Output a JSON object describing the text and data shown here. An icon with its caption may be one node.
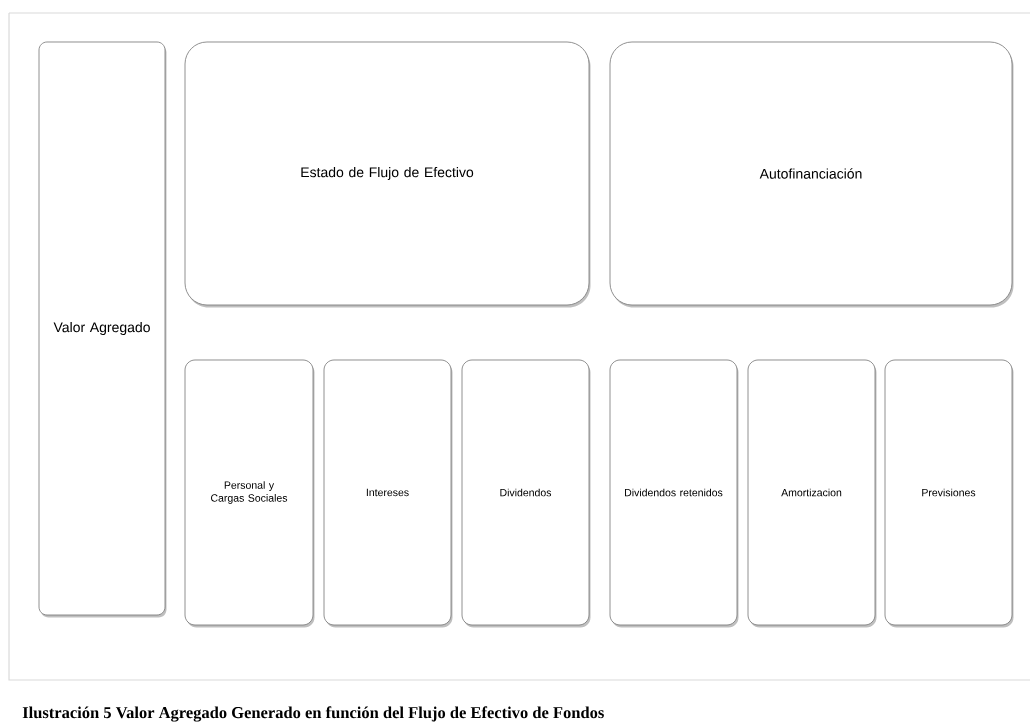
{
  "diagram": {
    "caption": "Ilustración 5 Valor Agregado Generado en función del Flujo de Efectivo de Fondos",
    "nodes": [
      {
        "text": [
          "Valor Agregado"
        ]
      },
      {
        "text": [
          "Estado de Flujo de Efectivo"
        ]
      },
      {
        "text": [
          "Autofinanciación"
        ]
      },
      {
        "text": [
          "Personal y Cargas Sociales"
        ]
      },
      {
        "text": [
          "Intereses"
        ]
      },
      {
        "text": [
          "Dividendos"
        ]
      },
      {
        "text": [
          "Dividendos retenidos"
        ]
      },
      {
        "text": [
          "Amortizacion"
        ]
      },
      {
        "text": [
          "Previsiones"
        ]
      }
    ]
  }
}
